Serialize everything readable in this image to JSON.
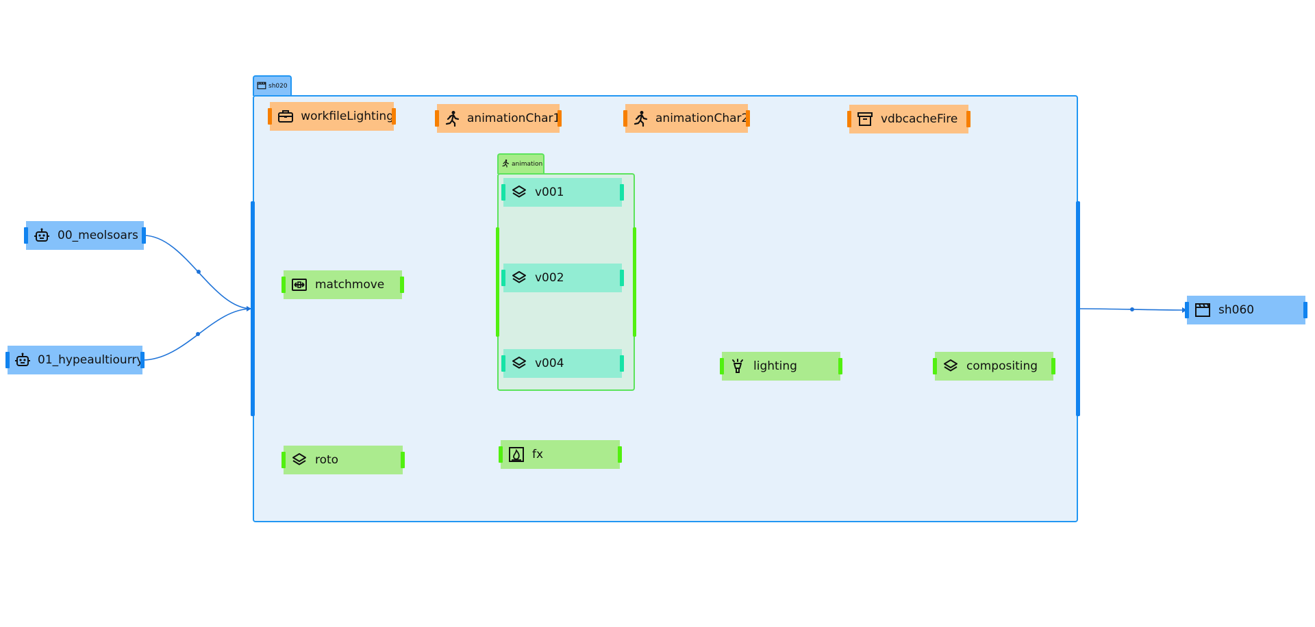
{
  "groups": {
    "shot": {
      "label": "sh020"
    },
    "animation": {
      "label": "animation"
    }
  },
  "nodes": {
    "meolsoars": {
      "label": "00_meolsoars",
      "icon": "robot-icon"
    },
    "hypeaultiourry": {
      "label": "01_hypeaultiourry",
      "icon": "robot-icon"
    },
    "workfileLighting": {
      "label": "workfileLighting",
      "icon": "briefcase-icon"
    },
    "animationChar1": {
      "label": "animationChar1",
      "icon": "running-person-icon"
    },
    "animationChar2": {
      "label": "animationChar2",
      "icon": "running-person-icon"
    },
    "vdbcacheFire": {
      "label": "vdbcacheFire",
      "icon": "archive-box-icon"
    },
    "matchmove": {
      "label": "matchmove",
      "icon": "camera-track-icon"
    },
    "roto": {
      "label": "roto",
      "icon": "layers-icon"
    },
    "v001": {
      "label": "v001",
      "icon": "layers-icon"
    },
    "v002": {
      "label": "v002",
      "icon": "layers-icon"
    },
    "v004": {
      "label": "v004",
      "icon": "layers-icon"
    },
    "fx": {
      "label": "fx",
      "icon": "fire-image-icon"
    },
    "lighting": {
      "label": "lighting",
      "icon": "lamp-icon"
    },
    "compositing": {
      "label": "compositing",
      "icon": "layers-icon"
    },
    "sh060": {
      "label": "sh060",
      "icon": "clapperboard-icon"
    }
  },
  "colors": {
    "blue_node": "#84c1fb",
    "blue_accent": "#1183ef",
    "orange_node": "#fdc184",
    "orange_accent": "#f77f00",
    "green_node": "#abeb8e",
    "green_accent": "#52f010",
    "teal_node": "#92edd3",
    "teal_accent": "#16e3a6",
    "group_fill": "#e6f1fb",
    "edge_blue": "#1e73d8",
    "edge_green": "#5fd35f",
    "edge_yellow": "#f0e24a"
  }
}
